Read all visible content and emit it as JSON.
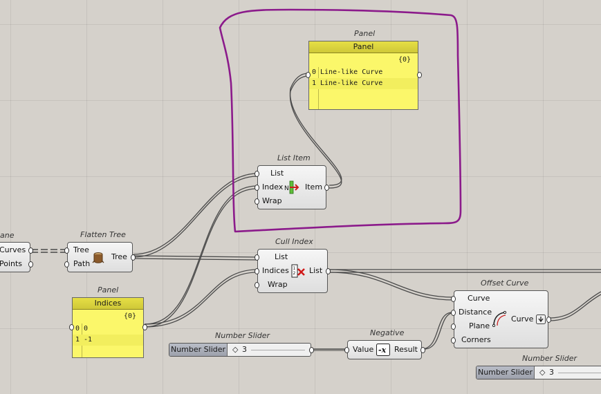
{
  "flatten_tree": {
    "caption": "Flatten Tree",
    "inputs": [
      "Tree",
      "Path"
    ],
    "output": "Tree"
  },
  "prev_component": {
    "caption": "ane",
    "outputs": [
      "Curves",
      "Points"
    ]
  },
  "list_item": {
    "caption": "List Item",
    "inputs": [
      "List",
      "Index",
      "Wrap"
    ],
    "output": "Item",
    "icon": "list-item-icon"
  },
  "cull_index": {
    "caption": "Cull Index",
    "inputs": [
      "List",
      "Indices",
      "Wrap"
    ],
    "output": "List",
    "icon": "cull-index-icon"
  },
  "offset_curve": {
    "caption": "Offset Curve",
    "inputs": [
      "Curve",
      "Distance",
      "Plane",
      "Corners"
    ],
    "output": "Curve",
    "icon": "offset-curve-icon"
  },
  "negative": {
    "caption": "Negative",
    "input": "Value",
    "output": "Result",
    "icon": "negative-icon"
  },
  "panel_top": {
    "caption": "Panel",
    "title": "Panel",
    "path": "{0}",
    "rows": [
      {
        "index": "0",
        "value": "Line-like Curve"
      },
      {
        "index": "1",
        "value": "Line-like Curve"
      }
    ]
  },
  "panel_indices": {
    "caption": "Panel",
    "title": "Indices",
    "path": "{0}",
    "rows": [
      {
        "index": "0",
        "value": "0"
      },
      {
        "index": "1",
        "value": "-1"
      }
    ]
  },
  "slider_1": {
    "caption": "Number Slider",
    "name": "Number Slider",
    "value": "3"
  },
  "slider_2": {
    "caption": "Number Slider",
    "name": "Number Slider",
    "value": "3"
  },
  "colors": {
    "canvas": "#d5d1cb",
    "panel_yellow": "#fbf76a",
    "highlight_stroke": "#8b1a8b",
    "wire": "#555555"
  }
}
